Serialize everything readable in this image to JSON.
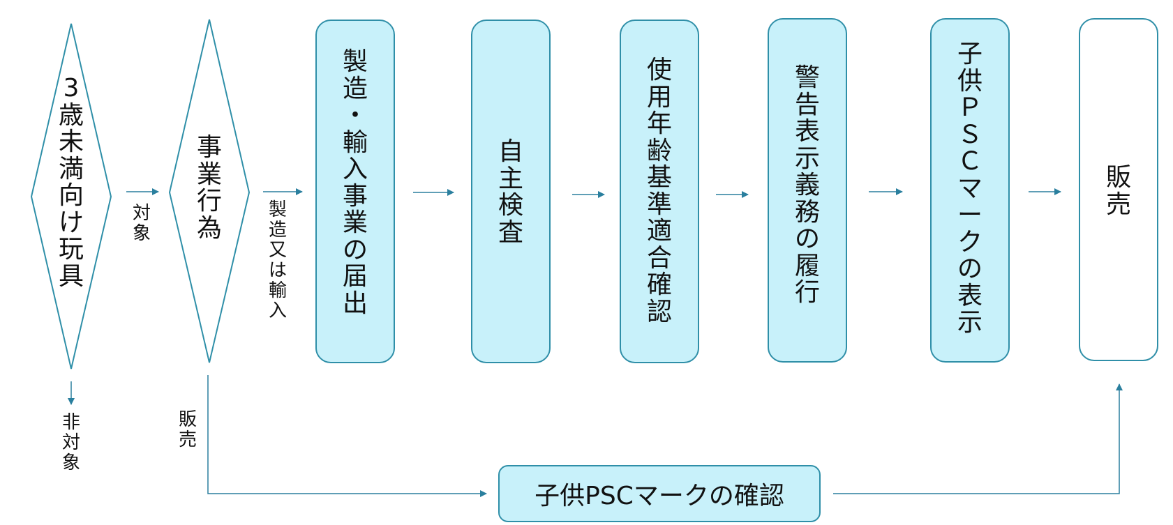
{
  "colors": {
    "line": "#2a7f9e",
    "box_fill": "#c8f1fa",
    "box_border": "#2f8fa8"
  },
  "nodes": {
    "target_toys": "3歳未満向け玩具",
    "business_act": "事業行為",
    "notification": "製造・輸入事業の届出",
    "self_inspection": "自主検査",
    "age_standard": "使用年齢基準適合確認",
    "warning_label": "警告表示義務の履行",
    "psc_mark_display": "子供ＰＳＣマークの表示",
    "sale": "販売",
    "psc_mark_check": "子供PSCマークの確認"
  },
  "labels": {
    "target": "対象",
    "manufacture_or_import": "製造又は輸入",
    "not_target": "非対象",
    "sale": "販売"
  }
}
